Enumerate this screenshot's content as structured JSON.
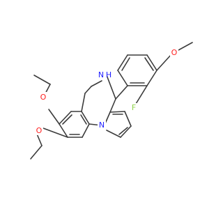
{
  "structure": {
    "atom_labels": {
      "oxygen_upper": "O",
      "oxygen_lower": "O",
      "nitrogen_amine": "N",
      "nitrogen_amine_h": "H",
      "nitrogen_pyrrole": "N",
      "oxygen_methoxy": "O",
      "fluorine": "F"
    },
    "colors": {
      "oxygen": "#ff2020",
      "nitrogen": "#2020ff",
      "fluorine": "#8fd34a",
      "bond": "#3b3b3b",
      "background": "#ffffff"
    }
  }
}
